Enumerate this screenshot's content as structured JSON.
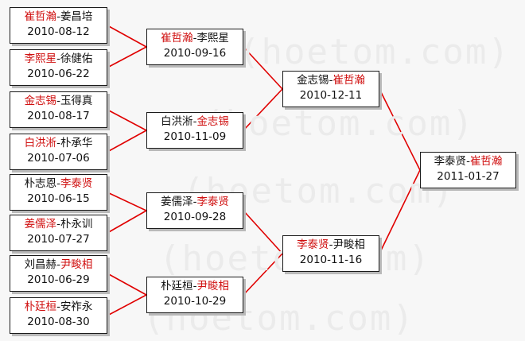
{
  "watermark": "(hoetom.com)",
  "colors": {
    "winner": "#d01010",
    "loser": "#111111",
    "line": "#e00000"
  },
  "matches": [
    {
      "id": "r1m1",
      "p1": "崔哲瀚",
      "p2": "姜昌培",
      "winner": 1,
      "date": "2010-08-12"
    },
    {
      "id": "r1m2",
      "p1": "李熙星",
      "p2": "徐健佑",
      "winner": 1,
      "date": "2010-06-22"
    },
    {
      "id": "r1m3",
      "p1": "金志锡",
      "p2": "玉得真",
      "winner": 1,
      "date": "2010-08-17"
    },
    {
      "id": "r1m4",
      "p1": "白洪淅",
      "p2": "朴承华",
      "winner": 1,
      "date": "2010-07-06"
    },
    {
      "id": "r1m5",
      "p1": "朴志恩",
      "p2": "李泰贤",
      "winner": 2,
      "date": "2010-06-15"
    },
    {
      "id": "r1m6",
      "p1": "姜儒泽",
      "p2": "朴永训",
      "winner": 1,
      "date": "2010-07-27"
    },
    {
      "id": "r1m7",
      "p1": "刘昌赫",
      "p2": "尹畯相",
      "winner": 2,
      "date": "2010-06-29"
    },
    {
      "id": "r1m8",
      "p1": "朴廷桓",
      "p2": "安祚永",
      "winner": 1,
      "date": "2010-08-30"
    },
    {
      "id": "r2m1",
      "p1": "崔哲瀚",
      "p2": "李熙星",
      "winner": 1,
      "date": "2010-09-16"
    },
    {
      "id": "r2m2",
      "p1": "白洪淅",
      "p2": "金志锡",
      "winner": 2,
      "date": "2010-11-09"
    },
    {
      "id": "r2m3",
      "p1": "姜儒泽",
      "p2": "李泰贤",
      "winner": 2,
      "date": "2010-09-28"
    },
    {
      "id": "r2m4",
      "p1": "朴廷桓",
      "p2": "尹畯相",
      "winner": 2,
      "date": "2010-10-29"
    },
    {
      "id": "r3m1",
      "p1": "金志锡",
      "p2": "崔哲瀚",
      "winner": 2,
      "date": "2010-12-11"
    },
    {
      "id": "r3m2",
      "p1": "李泰贤",
      "p2": "尹畯相",
      "winner": 1,
      "date": "2010-11-16"
    },
    {
      "id": "final",
      "p1": "李泰贤",
      "p2": "崔哲瀚",
      "winner": 2,
      "date": "2011-01-27"
    }
  ]
}
